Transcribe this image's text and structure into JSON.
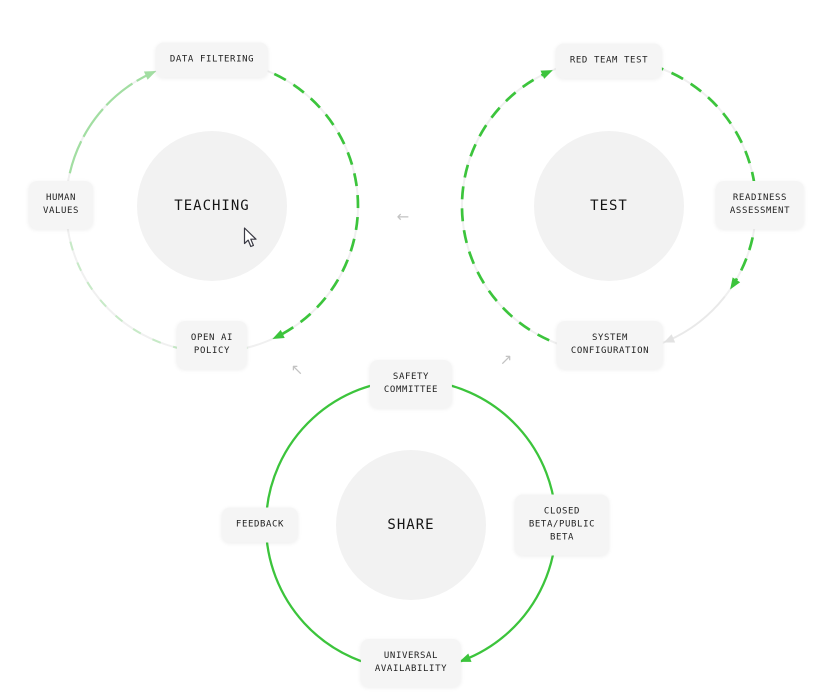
{
  "palette": {
    "green_bright": "#3cc43c",
    "green_light": "#a2dea2",
    "green_faint": "#c7eac7",
    "ring_base": "#f0f0f0",
    "faint_gray": "#e9e9e9",
    "node_bg": "#f5f5f5",
    "circle_bg": "#f2f2f2",
    "text_dark": "#222222",
    "connector_gray": "#c3c3c3"
  },
  "cycles": {
    "teaching": {
      "center_label": "TEACHING",
      "nodes": {
        "data_filtering": {
          "lines": [
            "DATA FILTERING"
          ]
        },
        "human_values": {
          "lines": [
            "HUMAN",
            "VALUES"
          ]
        },
        "open_ai_policy": {
          "lines": [
            "OPEN AI",
            "POLICY"
          ]
        }
      }
    },
    "test": {
      "center_label": "TEST",
      "nodes": {
        "red_team_test": {
          "lines": [
            "RED TEAM TEST"
          ]
        },
        "readiness_assessment": {
          "lines": [
            "READINESS",
            "ASSESSMENT"
          ]
        },
        "system_configuration": {
          "lines": [
            "SYSTEM",
            "CONFIGURATION"
          ]
        }
      }
    },
    "share": {
      "center_label": "SHARE",
      "nodes": {
        "safety_committee": {
          "lines": [
            "SAFETY",
            "COMMITTEE"
          ]
        },
        "closed_beta": {
          "lines": [
            "CLOSED",
            "BETA/PUBLIC",
            "BETA"
          ]
        },
        "universal_availability": {
          "lines": [
            "UNIVERSAL",
            "AVAILABILITY"
          ]
        },
        "feedback": {
          "lines": [
            "FEEDBACK"
          ]
        }
      }
    }
  },
  "connectors": {
    "test_to_teaching": {
      "icon": "arrow-left-icon",
      "glyph": "←"
    },
    "share_to_teaching": {
      "icon": "arrow-up-left-icon",
      "glyph": "↖"
    },
    "share_to_test": {
      "icon": "arrow-up-right-icon",
      "glyph": "↗"
    }
  }
}
